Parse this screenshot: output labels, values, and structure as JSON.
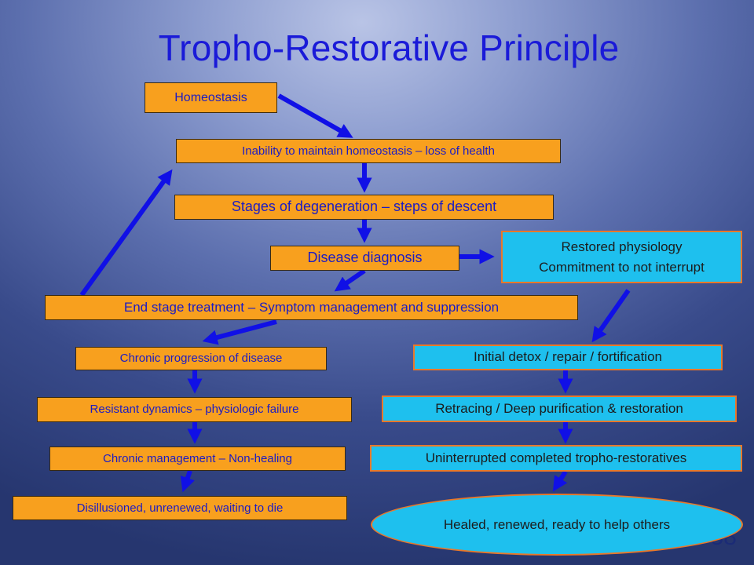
{
  "title": "Tropho-Restorative Principle",
  "page_number": "58",
  "colors": {
    "title": "#1a1ad8",
    "orange_box": "#f8a01e",
    "cyan_box": "#1ec0ee",
    "arrow": "#1010e6",
    "cyan_border": "#e8782a"
  },
  "boxes": {
    "homeostasis": "Homeostasis",
    "inability": "Inability to maintain homeostasis – loss of health",
    "stages": "Stages of degeneration  – steps of descent",
    "disease_diagnosis": "Disease diagnosis",
    "restored_line1": "Restored physiology",
    "restored_line2": "Commitment to not interrupt",
    "end_stage": "End stage treatment – Symptom management and suppression",
    "chronic_progression": "Chronic progression of disease",
    "resistant": "Resistant dynamics – physiologic failure",
    "chronic_management": "Chronic management   – Non-healing",
    "disillusioned": "Disillusioned, unrenewed, waiting to die",
    "initial_detox": "Initial detox / repair / fortification",
    "retracing": "Retracing / Deep purification & restoration",
    "uninterrupted": "Uninterrupted completed tropho-restoratives",
    "healed": "Healed, renewed, ready to help others"
  }
}
